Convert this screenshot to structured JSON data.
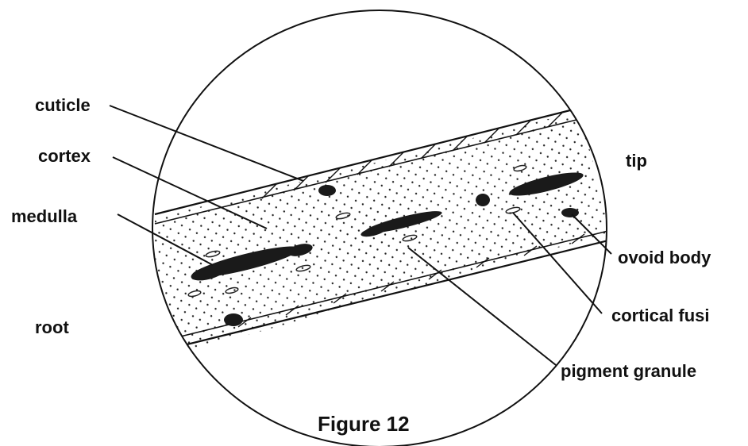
{
  "figure": {
    "caption": "Figure 12",
    "labels": {
      "cuticle": "cuticle",
      "cortex": "cortex",
      "medulla": "medulla",
      "root": "root",
      "tip": "tip",
      "ovoid_body": "ovoid body",
      "cortical_fusi": "cortical fusi",
      "pigment_granule": "pigment granule"
    },
    "colors": {
      "ink": "#111111",
      "background": "#ffffff"
    }
  }
}
